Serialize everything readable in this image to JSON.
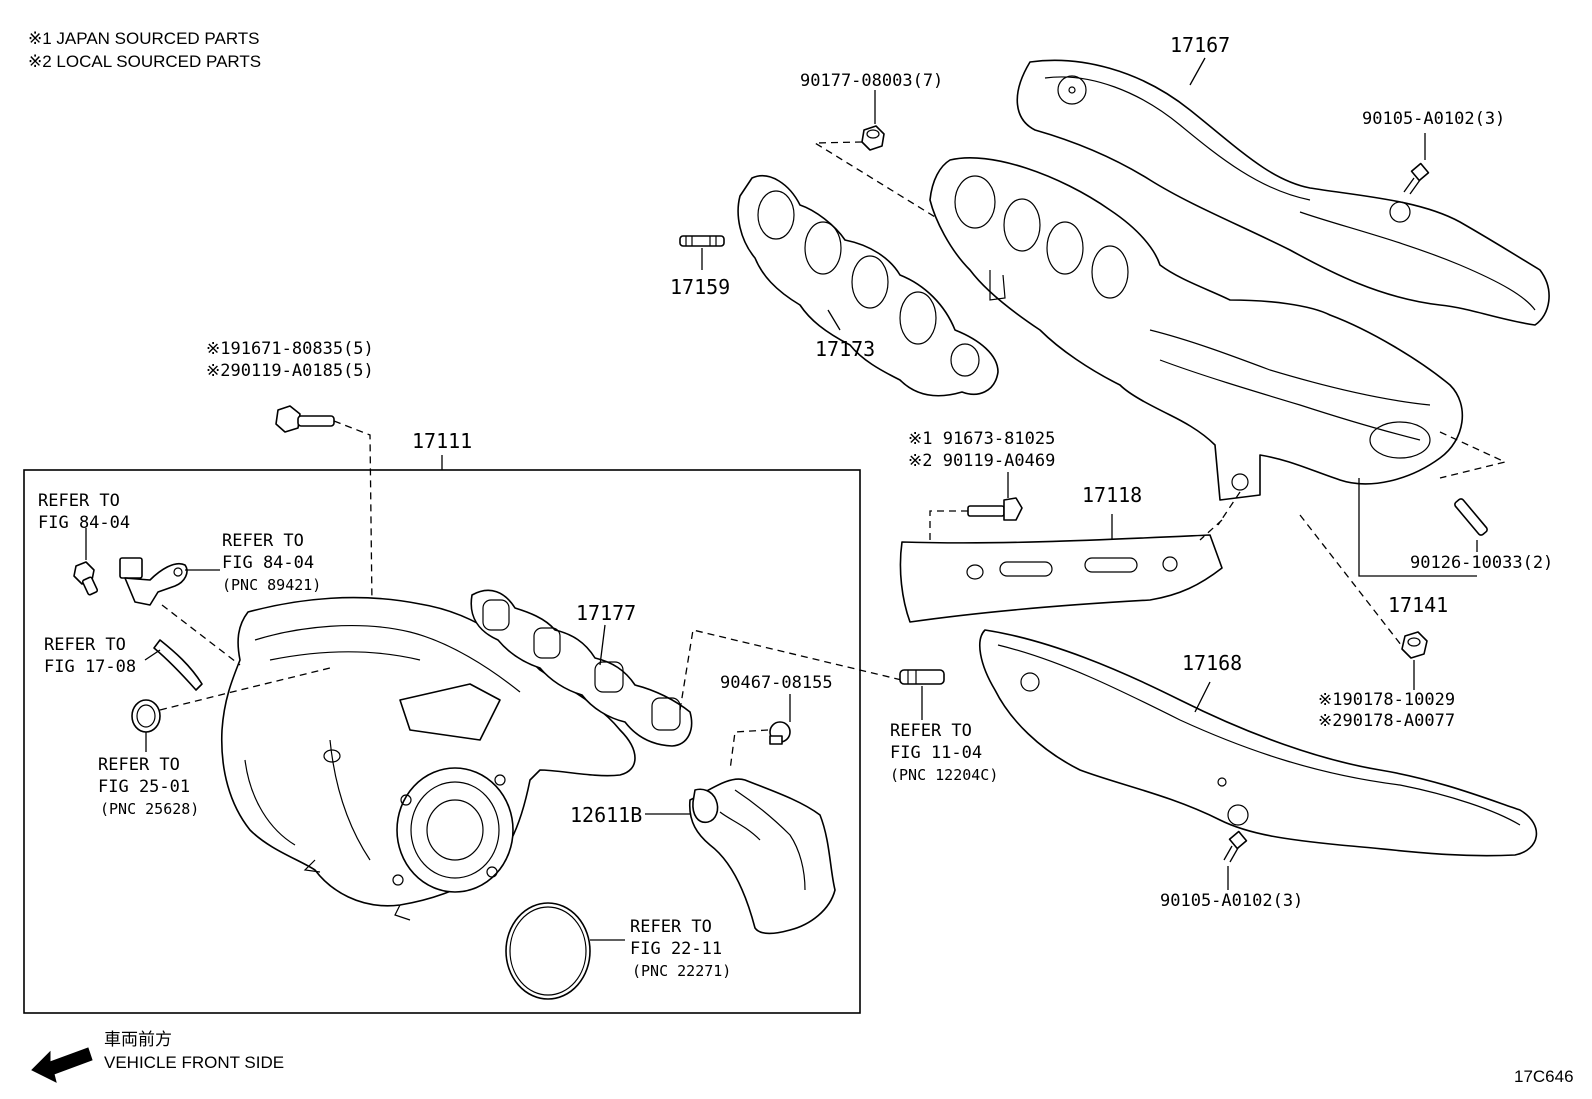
{
  "notes": {
    "japan": "※1 JAPAN SOURCED PARTS",
    "local": "※2 LOCAL SOURCED PARTS"
  },
  "direction": {
    "japanese": "車両前方",
    "english": "VEHICLE FRONT SIDE",
    "icon": "arrow-left-icon"
  },
  "figure_code": "17C646",
  "callouts": {
    "p17167": "17167",
    "p90177": "90177-08003(7)",
    "p90105_top": "90105-A0102(3)",
    "p17159": "17159",
    "p17173": "17173",
    "p91671": "※191671-80835(5)",
    "p90119_a0185": "※290119-A0185(5)",
    "p17111": "17111",
    "p91673": "※1 91673-81025",
    "p90119_a0469": "※2 90119-A0469",
    "p17118": "17118",
    "p90126": "90126-10033(2)",
    "p17141": "17141",
    "p90178_1": "※190178-10029",
    "p90178_2": "※290178-A0077",
    "p17168": "17168",
    "p90105_bottom": "90105-A0102(3)",
    "p17177": "17177",
    "p90467": "90467-08155",
    "p12611b": "12611B"
  },
  "references": {
    "fig8404_a": {
      "line1": "REFER TO",
      "line2": "FIG 84-04"
    },
    "fig8404_b": {
      "line1": "REFER TO",
      "line2": "FIG 84-04",
      "pnc": "(PNC 89421)"
    },
    "fig1708": {
      "line1": "REFER TO",
      "line2": "FIG 17-08"
    },
    "fig2501": {
      "line1": "REFER TO",
      "line2": "FIG 25-01",
      "pnc": "(PNC 25628)"
    },
    "fig1104": {
      "line1": "REFER TO",
      "line2": "FIG 11-04",
      "pnc": "(PNC 12204C)"
    },
    "fig2211": {
      "line1": "REFER TO",
      "line2": "FIG 22-11",
      "pnc": "(PNC 22271)"
    }
  }
}
